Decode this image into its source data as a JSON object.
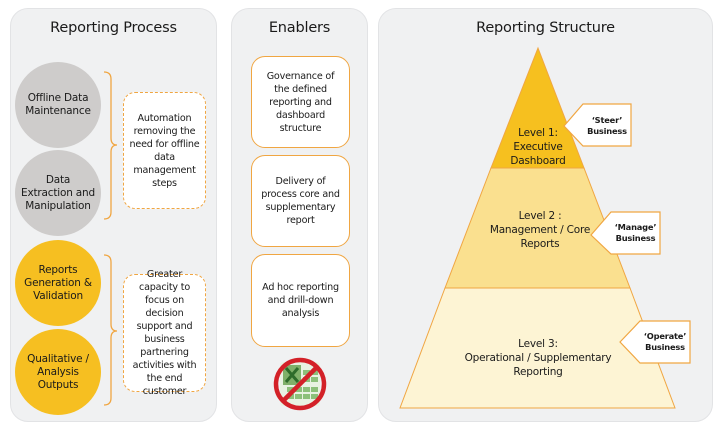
{
  "panels": {
    "process": {
      "title": "Reporting Process",
      "steps": [
        {
          "label": "Offline Data Maintenance",
          "color": "#cecccb"
        },
        {
          "label": "Data Extraction and Manipulation",
          "color": "#cecccb"
        },
        {
          "label": "Reports Generation & Validation",
          "color": "#f6bf21"
        },
        {
          "label": "Qualitative / Analysis Outputs",
          "color": "#f6bf21"
        }
      ],
      "benefits": [
        {
          "text": "Automation removing the need for offline data management steps"
        },
        {
          "text": "Greater capacity to focus on decision support and business partnering activities with the end customer"
        }
      ]
    },
    "enablers": {
      "title": "Enablers",
      "items": [
        {
          "text": "Governance of the defined reporting and dashboard structure"
        },
        {
          "text": "Delivery of process core and supplementary report"
        },
        {
          "text": "Ad hoc reporting and drill-down analysis"
        }
      ],
      "icon": "no-spreadsheet-icon"
    },
    "structure": {
      "title": "Reporting Structure",
      "levels": [
        {
          "label_line1": "Level 1:",
          "label_line2": "Executive",
          "label_line3": "Dashboard",
          "callout_line1": "‘Steer’",
          "callout_line2": "Business",
          "color": "#f6c01f"
        },
        {
          "label_line1": "Level 2 :",
          "label_line2": "Management / Core",
          "label_line3": "Reports",
          "callout_line1": "‘Manage’",
          "callout_line2": "Business",
          "color": "#fae08f"
        },
        {
          "label_line1": "Level 3:",
          "label_line2": "Operational / Supplementary",
          "label_line3": "Reporting",
          "callout_line1": "‘Operate’",
          "callout_line2": "Business",
          "color": "#fdf4d4"
        }
      ]
    }
  },
  "colors": {
    "accent_orange": "#f0a642",
    "panel_bg": "#f0f1f2",
    "gray_step": "#cecccb",
    "yellow_step": "#f6bf21"
  }
}
